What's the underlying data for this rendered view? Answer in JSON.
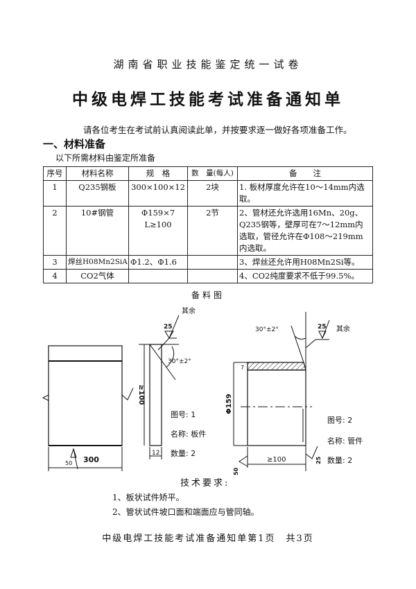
{
  "header": {
    "org_title": "湖南省职业技能鉴定统一试卷",
    "doc_title": "中级电焊工技能考试准备通知单"
  },
  "intro": "请各位考生在考试前认真阅读此单，并按要求逐一做好各项准备工作。",
  "section1": {
    "heading": "一、材料准备",
    "subheading": "以下所需材料由鉴定所准备"
  },
  "table": {
    "headers": [
      "序号",
      "材料名称",
      "规　格",
      "数　量(每人)",
      "备　　注"
    ],
    "rows": [
      {
        "no": "1",
        "name": "Q235钢板",
        "spec": "300×100×12",
        "qty": "2块",
        "note": "1. 板材厚度允许在10～14mm内选取。"
      },
      {
        "no": "2",
        "name": "10#钢管",
        "spec": "Φ159×7 L≥100",
        "qty": "2节",
        "note": "2、管材还允许选用16Mn、20g、Q235钢等，壁厚可在7～12mm内选取，管径允许在Φ108～219mm内选取。"
      },
      {
        "no": "3",
        "name": "焊丝H08Mn2SiA",
        "spec": "Φ1.2、Φ1.6",
        "qty": "",
        "note": "3、焊丝还允许用H08Mn2Si等。"
      },
      {
        "no": "4",
        "name": "CO2气体",
        "spec": "",
        "qty": "",
        "note": "4、CO2纯度要求不低于99.5%。"
      }
    ]
  },
  "drawing": {
    "caption": "备料图",
    "plate": {
      "width_dim": "300",
      "height_dim": "≥100",
      "thickness_dim": "12",
      "bevel_angle": "30°±2°",
      "roughness": "25",
      "roughness_side": "50",
      "other_roughness": "其余",
      "fig_no": "图号: 1",
      "name": "名称: 板件",
      "qty": "数量: 2"
    },
    "pipe": {
      "diameter_dim": "Φ159",
      "wall_dim": "7",
      "length_dim": "≥100",
      "bevel_angle": "30°±2°",
      "roughness": "25",
      "roughness_end": "25",
      "roughness_side": "50",
      "other_roughness": "其余",
      "fig_no": "图号: 2",
      "name": "名称: 管件",
      "qty": "数量: 2"
    }
  },
  "requirements": {
    "heading": "技术要求:",
    "items": [
      "1、板状试件矫平。",
      "2、管状试件坡口面和端面应与管同轴。"
    ]
  },
  "footer": "中级电焊工技能考试准备通知单第1页　共3页"
}
